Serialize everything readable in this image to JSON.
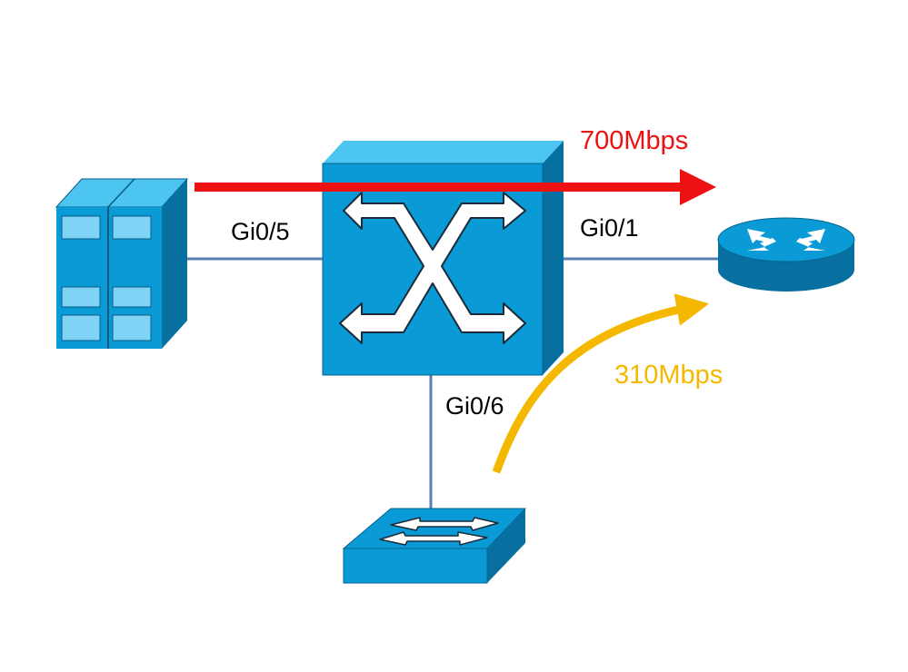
{
  "ports": {
    "left": "Gi0/5",
    "right": "Gi0/1",
    "bottom": "Gi0/6"
  },
  "flows": {
    "primary": {
      "rate": "700Mbps",
      "color": "#ee1111"
    },
    "secondary": {
      "rate": "310Mbps",
      "color": "#f5b800"
    }
  },
  "colors": {
    "device_front": "#0a9bd6",
    "device_side": "#0770a0",
    "device_top": "#4cc6f0",
    "link": "#5b7fb2",
    "panel": "#7fd3f5"
  },
  "devices": [
    "server-icon",
    "multilayer-switch-icon",
    "router-icon",
    "workgroup-switch-icon"
  ]
}
